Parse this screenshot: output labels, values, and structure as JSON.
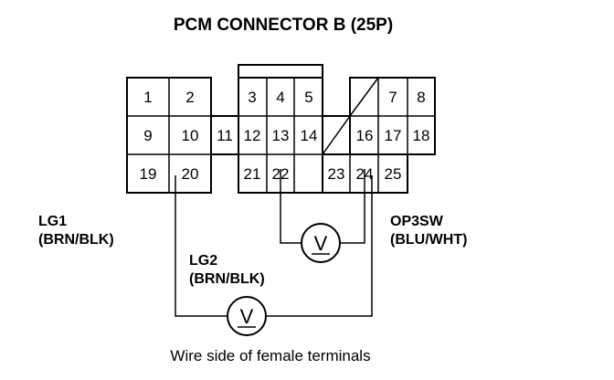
{
  "title": "PCM CONNECTOR B (25P)",
  "pins": [
    "1",
    "2",
    "3",
    "4",
    "5",
    "7",
    "8",
    "9",
    "10",
    "11",
    "12",
    "13",
    "14",
    "16",
    "17",
    "18",
    "19",
    "20",
    "21",
    "22",
    "23",
    "24",
    "25"
  ],
  "wires": {
    "lg1": {
      "name": "LG1",
      "color": "(BRN/BLK)"
    },
    "lg2": {
      "name": "LG2",
      "color": "(BRN/BLK)"
    },
    "op3sw": {
      "name": "OP3SW",
      "color": "(BLU/WHT)"
    }
  },
  "meters": {
    "upper_symbol": "V",
    "lower_symbol": "V"
  },
  "caption": "Wire side of female terminals"
}
